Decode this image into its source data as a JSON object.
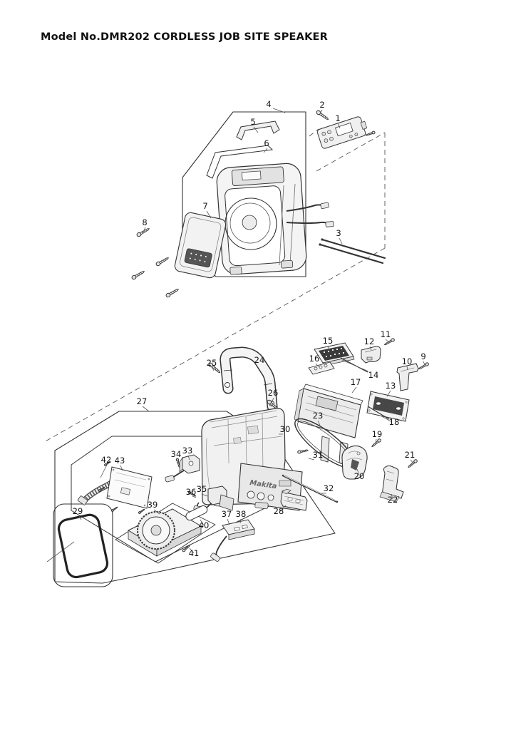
{
  "title": "Model No.DMR202 CORDLESS JOB SITE SPEAKER",
  "brand": "Makita",
  "parts": {
    "p1": "1",
    "p2": "2",
    "p3": "3",
    "p4": "4",
    "p5": "5",
    "p6": "6",
    "p7": "7",
    "p8": "8",
    "p9": "9",
    "p10": "10",
    "p11": "11",
    "p12": "12",
    "p13": "13",
    "p14": "14",
    "p15": "15",
    "p16": "16",
    "p17": "17",
    "p18": "18",
    "p19": "19",
    "p20": "20",
    "p21": "21",
    "p22": "22",
    "p23": "23",
    "p24": "24",
    "p25": "25",
    "p26": "26",
    "p27": "27",
    "p28": "28",
    "p29": "29",
    "p30": "30",
    "p31": "31",
    "p32": "32",
    "p33": "33",
    "p34": "34",
    "p35": "35",
    "p36": "36",
    "p37": "37",
    "p38": "38",
    "p39": "39",
    "p40": "40",
    "p41": "41",
    "p42": "42",
    "p43": "43"
  }
}
